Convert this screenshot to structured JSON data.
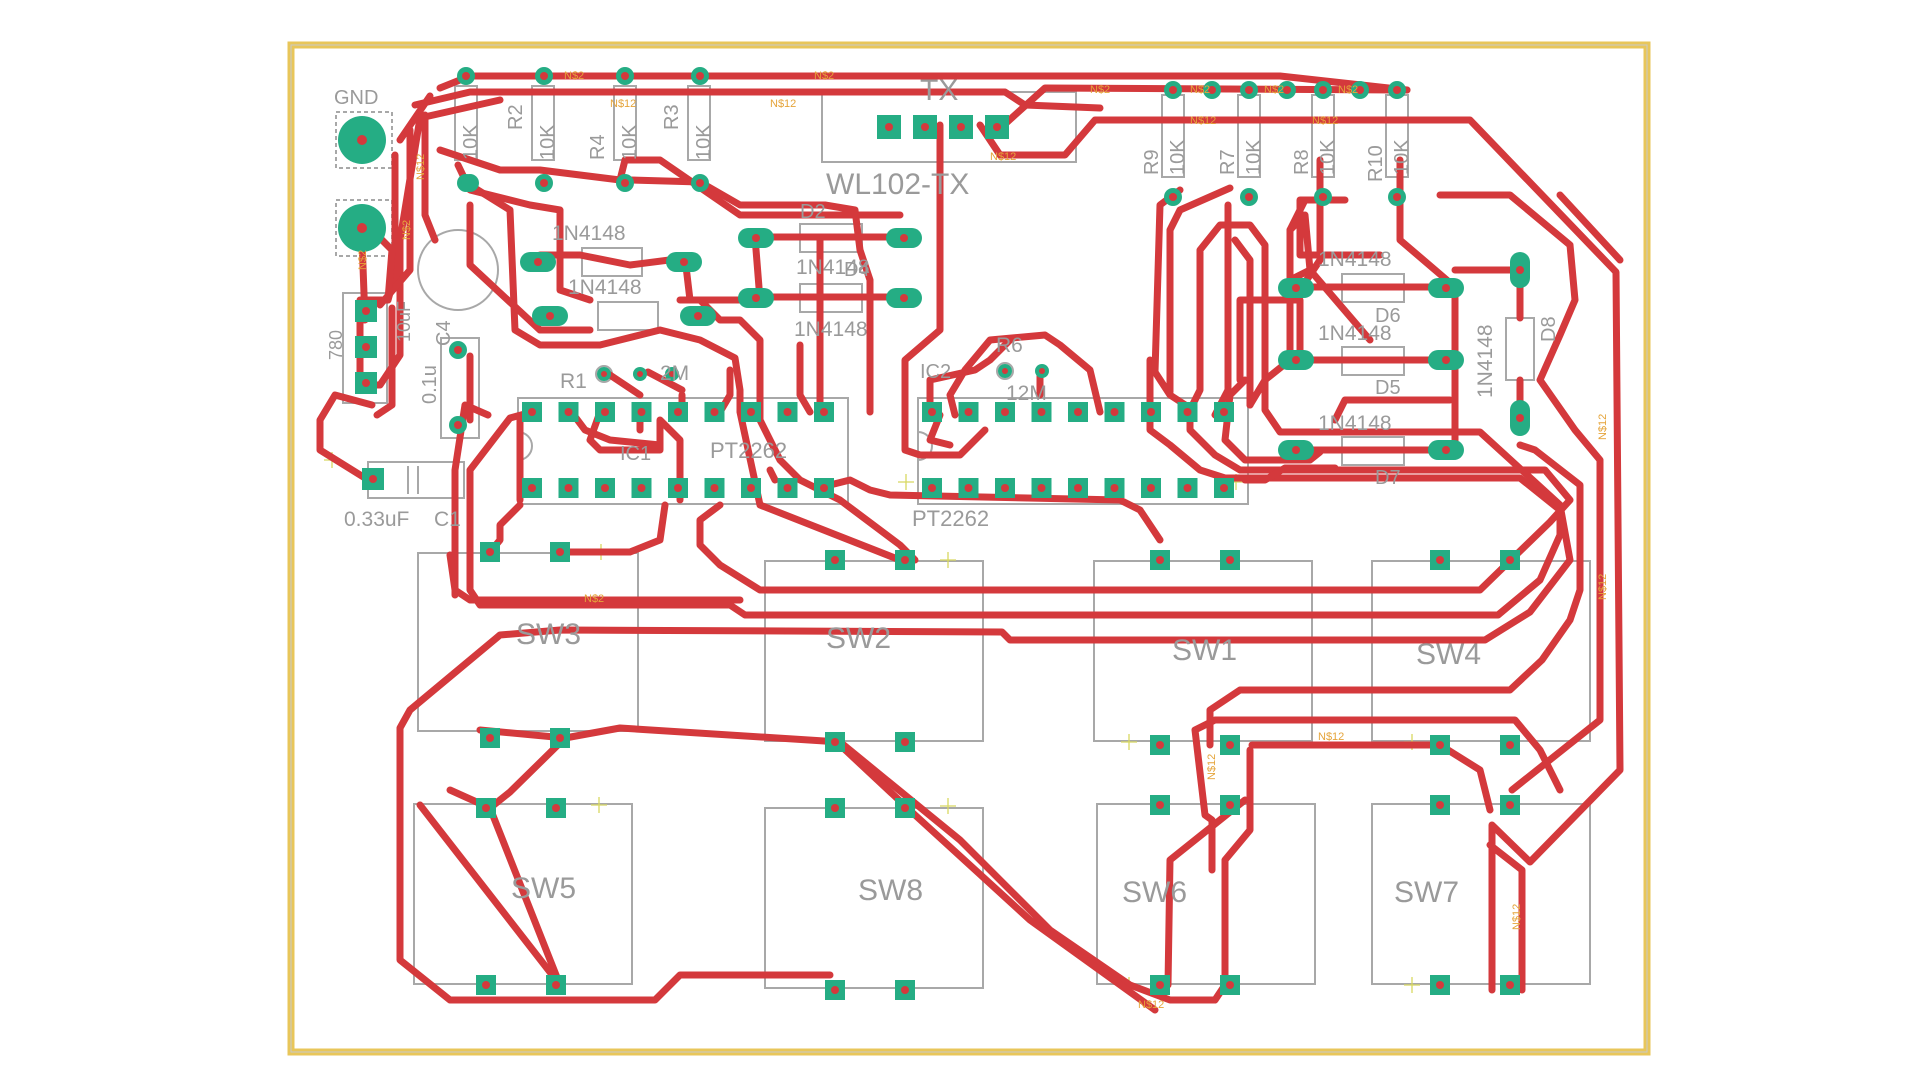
{
  "board": {
    "outline_color": "#e8c65a",
    "trace_color": "#d4393c",
    "pad_color": "#25ad84",
    "silk_color": "#a8a8a8",
    "net_label_color": "#e5a43a"
  },
  "labels": {
    "gnd": "GND",
    "r1": "R1",
    "r2": "R2",
    "r3": "R3",
    "r4": "R4",
    "r6": "R6",
    "r7": "R7",
    "r8": "R8",
    "r9": "R9",
    "r10": "R10",
    "ten_k": "10K",
    "r1_val": "2M",
    "r6_val": "12M",
    "d2": "D2",
    "d4": "D4",
    "d5": "D5",
    "d6": "D6",
    "d7": "D7",
    "d8": "D8",
    "diode_type": "1N4148",
    "tx_header": "TX",
    "tx_module": "WL102-TX",
    "ic1": "IC1",
    "ic2": "IC2",
    "pt2262": "PT2262",
    "pt2262_b": "PT2262",
    "cap_uf": "0.33uF",
    "c1": "C1",
    "c4": "C4",
    "cap_01": "0.1u",
    "cap_10u": "10uF",
    "reg": "780",
    "sw1": "SW1",
    "sw2": "SW2",
    "sw3": "SW3",
    "sw4": "SW4",
    "sw5": "SW5",
    "sw6": "SW6",
    "sw7": "SW7",
    "sw8": "SW8",
    "net_a": "N$2",
    "net_b": "N$12"
  }
}
